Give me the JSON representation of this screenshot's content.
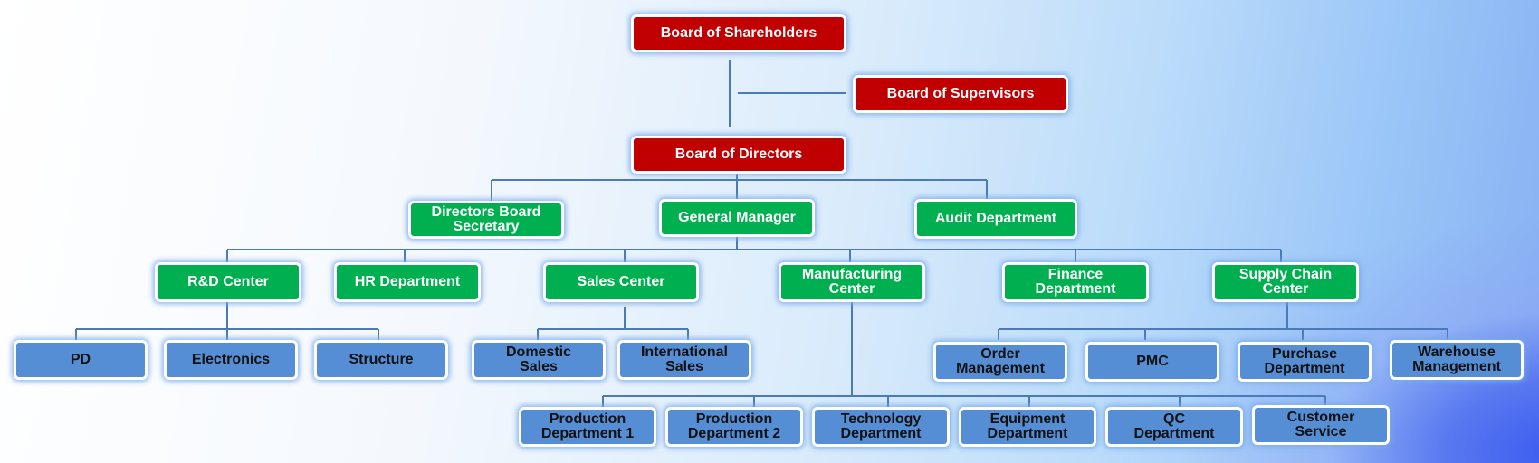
{
  "nodes": [
    {
      "id": "shareholders",
      "label": "Board of Shareholders",
      "level": "governance",
      "parent": null
    },
    {
      "id": "supervisors",
      "label": "Board of Supervisors",
      "level": "governance",
      "parent": "shareholders"
    },
    {
      "id": "directors",
      "label": "Board of Directors",
      "level": "governance",
      "parent": "shareholders"
    },
    {
      "id": "secretary",
      "label": "Directors Board\nSecretary",
      "level": "management",
      "parent": "directors"
    },
    {
      "id": "gm",
      "label": "General Manager",
      "level": "management",
      "parent": "directors"
    },
    {
      "id": "audit",
      "label": "Audit Department",
      "level": "management",
      "parent": "directors"
    },
    {
      "id": "rd",
      "label": "R&D Center",
      "level": "management",
      "parent": "gm"
    },
    {
      "id": "hr",
      "label": "HR Department",
      "level": "management",
      "parent": "gm"
    },
    {
      "id": "sales",
      "label": "Sales Center",
      "level": "management",
      "parent": "gm"
    },
    {
      "id": "mfg",
      "label": "Manufacturing\nCenter",
      "level": "management",
      "parent": "gm"
    },
    {
      "id": "finance",
      "label": "Finance\nDepartment",
      "level": "management",
      "parent": "gm"
    },
    {
      "id": "supply",
      "label": "Supply Chain\nCenter",
      "level": "management",
      "parent": "gm"
    },
    {
      "id": "pd",
      "label": "PD",
      "level": "unit",
      "parent": "rd"
    },
    {
      "id": "electronics",
      "label": "Electronics",
      "level": "unit",
      "parent": "rd"
    },
    {
      "id": "structure",
      "label": "Structure",
      "level": "unit",
      "parent": "rd"
    },
    {
      "id": "domestic",
      "label": "Domestic\nSales",
      "level": "unit",
      "parent": "sales"
    },
    {
      "id": "international",
      "label": "International\nSales",
      "level": "unit",
      "parent": "sales"
    },
    {
      "id": "order",
      "label": "Order\nManagement",
      "level": "unit",
      "parent": "supply"
    },
    {
      "id": "pmc",
      "label": "PMC",
      "level": "unit",
      "parent": "supply"
    },
    {
      "id": "purchase",
      "label": "Purchase\nDepartment",
      "level": "unit",
      "parent": "supply"
    },
    {
      "id": "warehouse",
      "label": "Warehouse\nManagement",
      "level": "unit",
      "parent": "supply"
    },
    {
      "id": "prod1",
      "label": "Production\nDepartment 1",
      "level": "unit",
      "parent": "mfg"
    },
    {
      "id": "prod2",
      "label": "Production\nDepartment 2",
      "level": "unit",
      "parent": "mfg"
    },
    {
      "id": "tech",
      "label": "Technology\nDepartment",
      "level": "unit",
      "parent": "mfg"
    },
    {
      "id": "equip",
      "label": "Equipment\nDepartment",
      "level": "unit",
      "parent": "mfg"
    },
    {
      "id": "qc",
      "label": "QC\nDepartment",
      "level": "unit",
      "parent": "mfg"
    },
    {
      "id": "cs",
      "label": "Customer\nService",
      "level": "unit",
      "parent": "mfg"
    }
  ],
  "colors": {
    "governance": "#c00000",
    "management": "#00b050",
    "unit": "#558ed5",
    "connector": "#4a7ab8"
  }
}
